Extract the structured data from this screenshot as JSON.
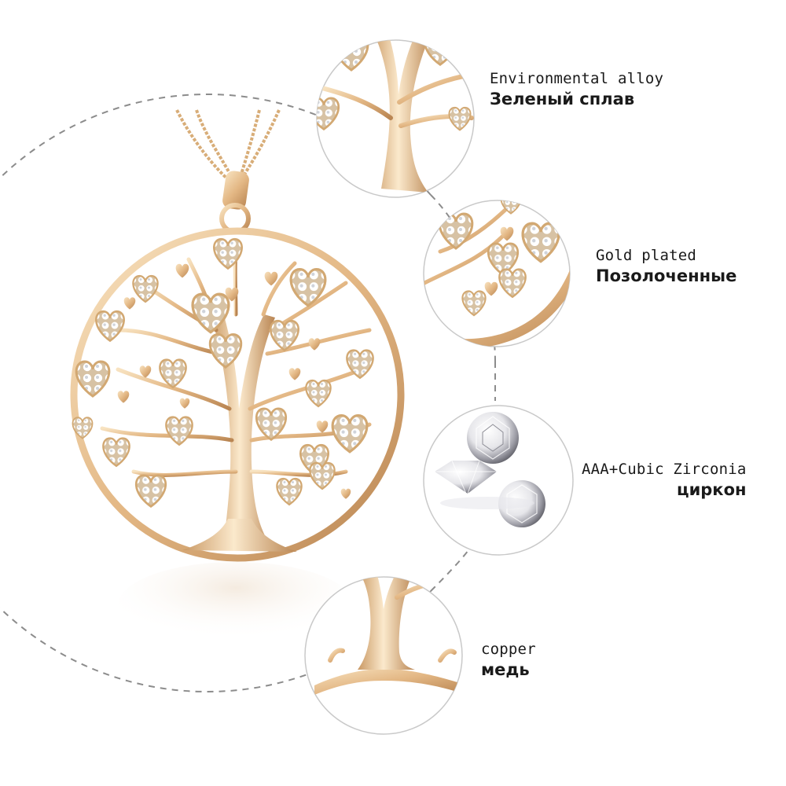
{
  "features": [
    {
      "en": "Environmental alloy",
      "ru": "Зеленый сплав"
    },
    {
      "en": "Gold plated",
      "ru": "Позолоченные"
    },
    {
      "en": "AAA+Cubic Zirconia",
      "ru": "циркон"
    },
    {
      "en": "copper",
      "ru": "медь"
    }
  ],
  "colors": {
    "gold_light": "#f6dcb4",
    "gold_mid": "#e3b784",
    "gold_dark": "#b98552",
    "dashed_line": "#8c8c8c",
    "circle_border": "#c9c9c9",
    "text": "#1a1a1a"
  }
}
